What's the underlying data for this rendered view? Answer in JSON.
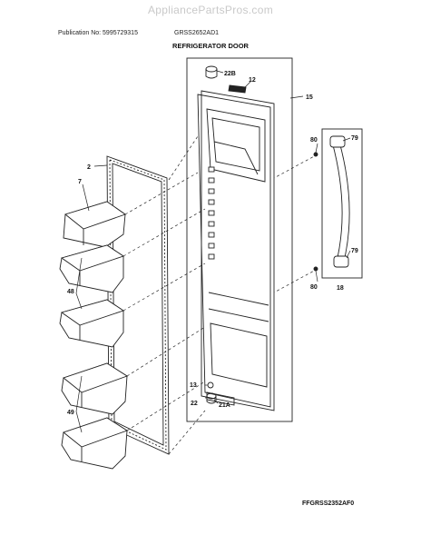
{
  "header": {
    "watermark": "AppliancePartsPros.com",
    "publication": "Publication No: 5995729315",
    "model": "GRSS2652AD1",
    "title": "REFRIGERATOR DOOR",
    "figure_code": "FFGRSS2352AF0"
  },
  "callouts": {
    "door_outer": "15",
    "gasket": "2",
    "dairy_door": "7",
    "bins_upper": "48",
    "bins_lower": "49",
    "cap_top": "22B",
    "label_plate": "12",
    "hinge_screw": "13",
    "bushing": "22",
    "hinge_cam": "21A",
    "handle_screw_top": "80",
    "handle_screw_bottom": "80",
    "endcap_top": "79",
    "endcap_bottom": "79",
    "handle": "18"
  }
}
